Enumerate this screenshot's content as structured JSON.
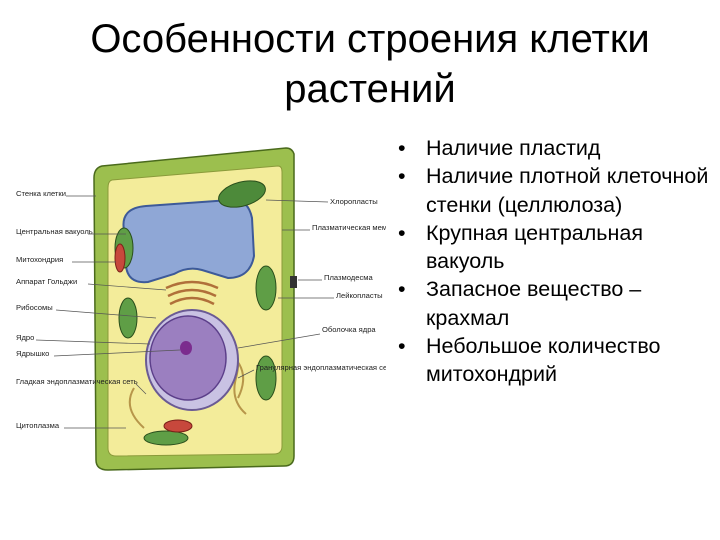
{
  "title": "Особенности строения клетки растений",
  "diagram": {
    "labels_left": [
      "Стенка клетки",
      "Центральная вакуоль",
      "Митохондрия",
      "Аппарат Гольджи",
      "Рибосомы",
      "Ядро",
      "Ядрышко",
      "Гладкая эндоплазматическая сеть",
      "Цитоплазма"
    ],
    "labels_right": [
      "Хлоропласты",
      "Плазматическая мембрана",
      "Плазмодесма",
      "Лейкопласты",
      "Оболочка ядра",
      "Гранулярная эндоплазматическая сеть"
    ],
    "colors": {
      "cell_wall": "#9cbf4e",
      "cytoplasm": "#f3ec9a",
      "vacuole": "#8fa7d6",
      "nucleus": "#9b7fc0",
      "nucleolus": "#7b2c8e",
      "chloroplast": "#4d8a3a",
      "mitochondria": "#c7483c"
    }
  },
  "bullets": [
    "Наличие пластид",
    "Наличие плотной клеточной стенки (целлюлоза)",
    "Крупная центральная вакуоль",
    "Запасное вещество – крахмал",
    "Небольшое количество митохондрий"
  ]
}
